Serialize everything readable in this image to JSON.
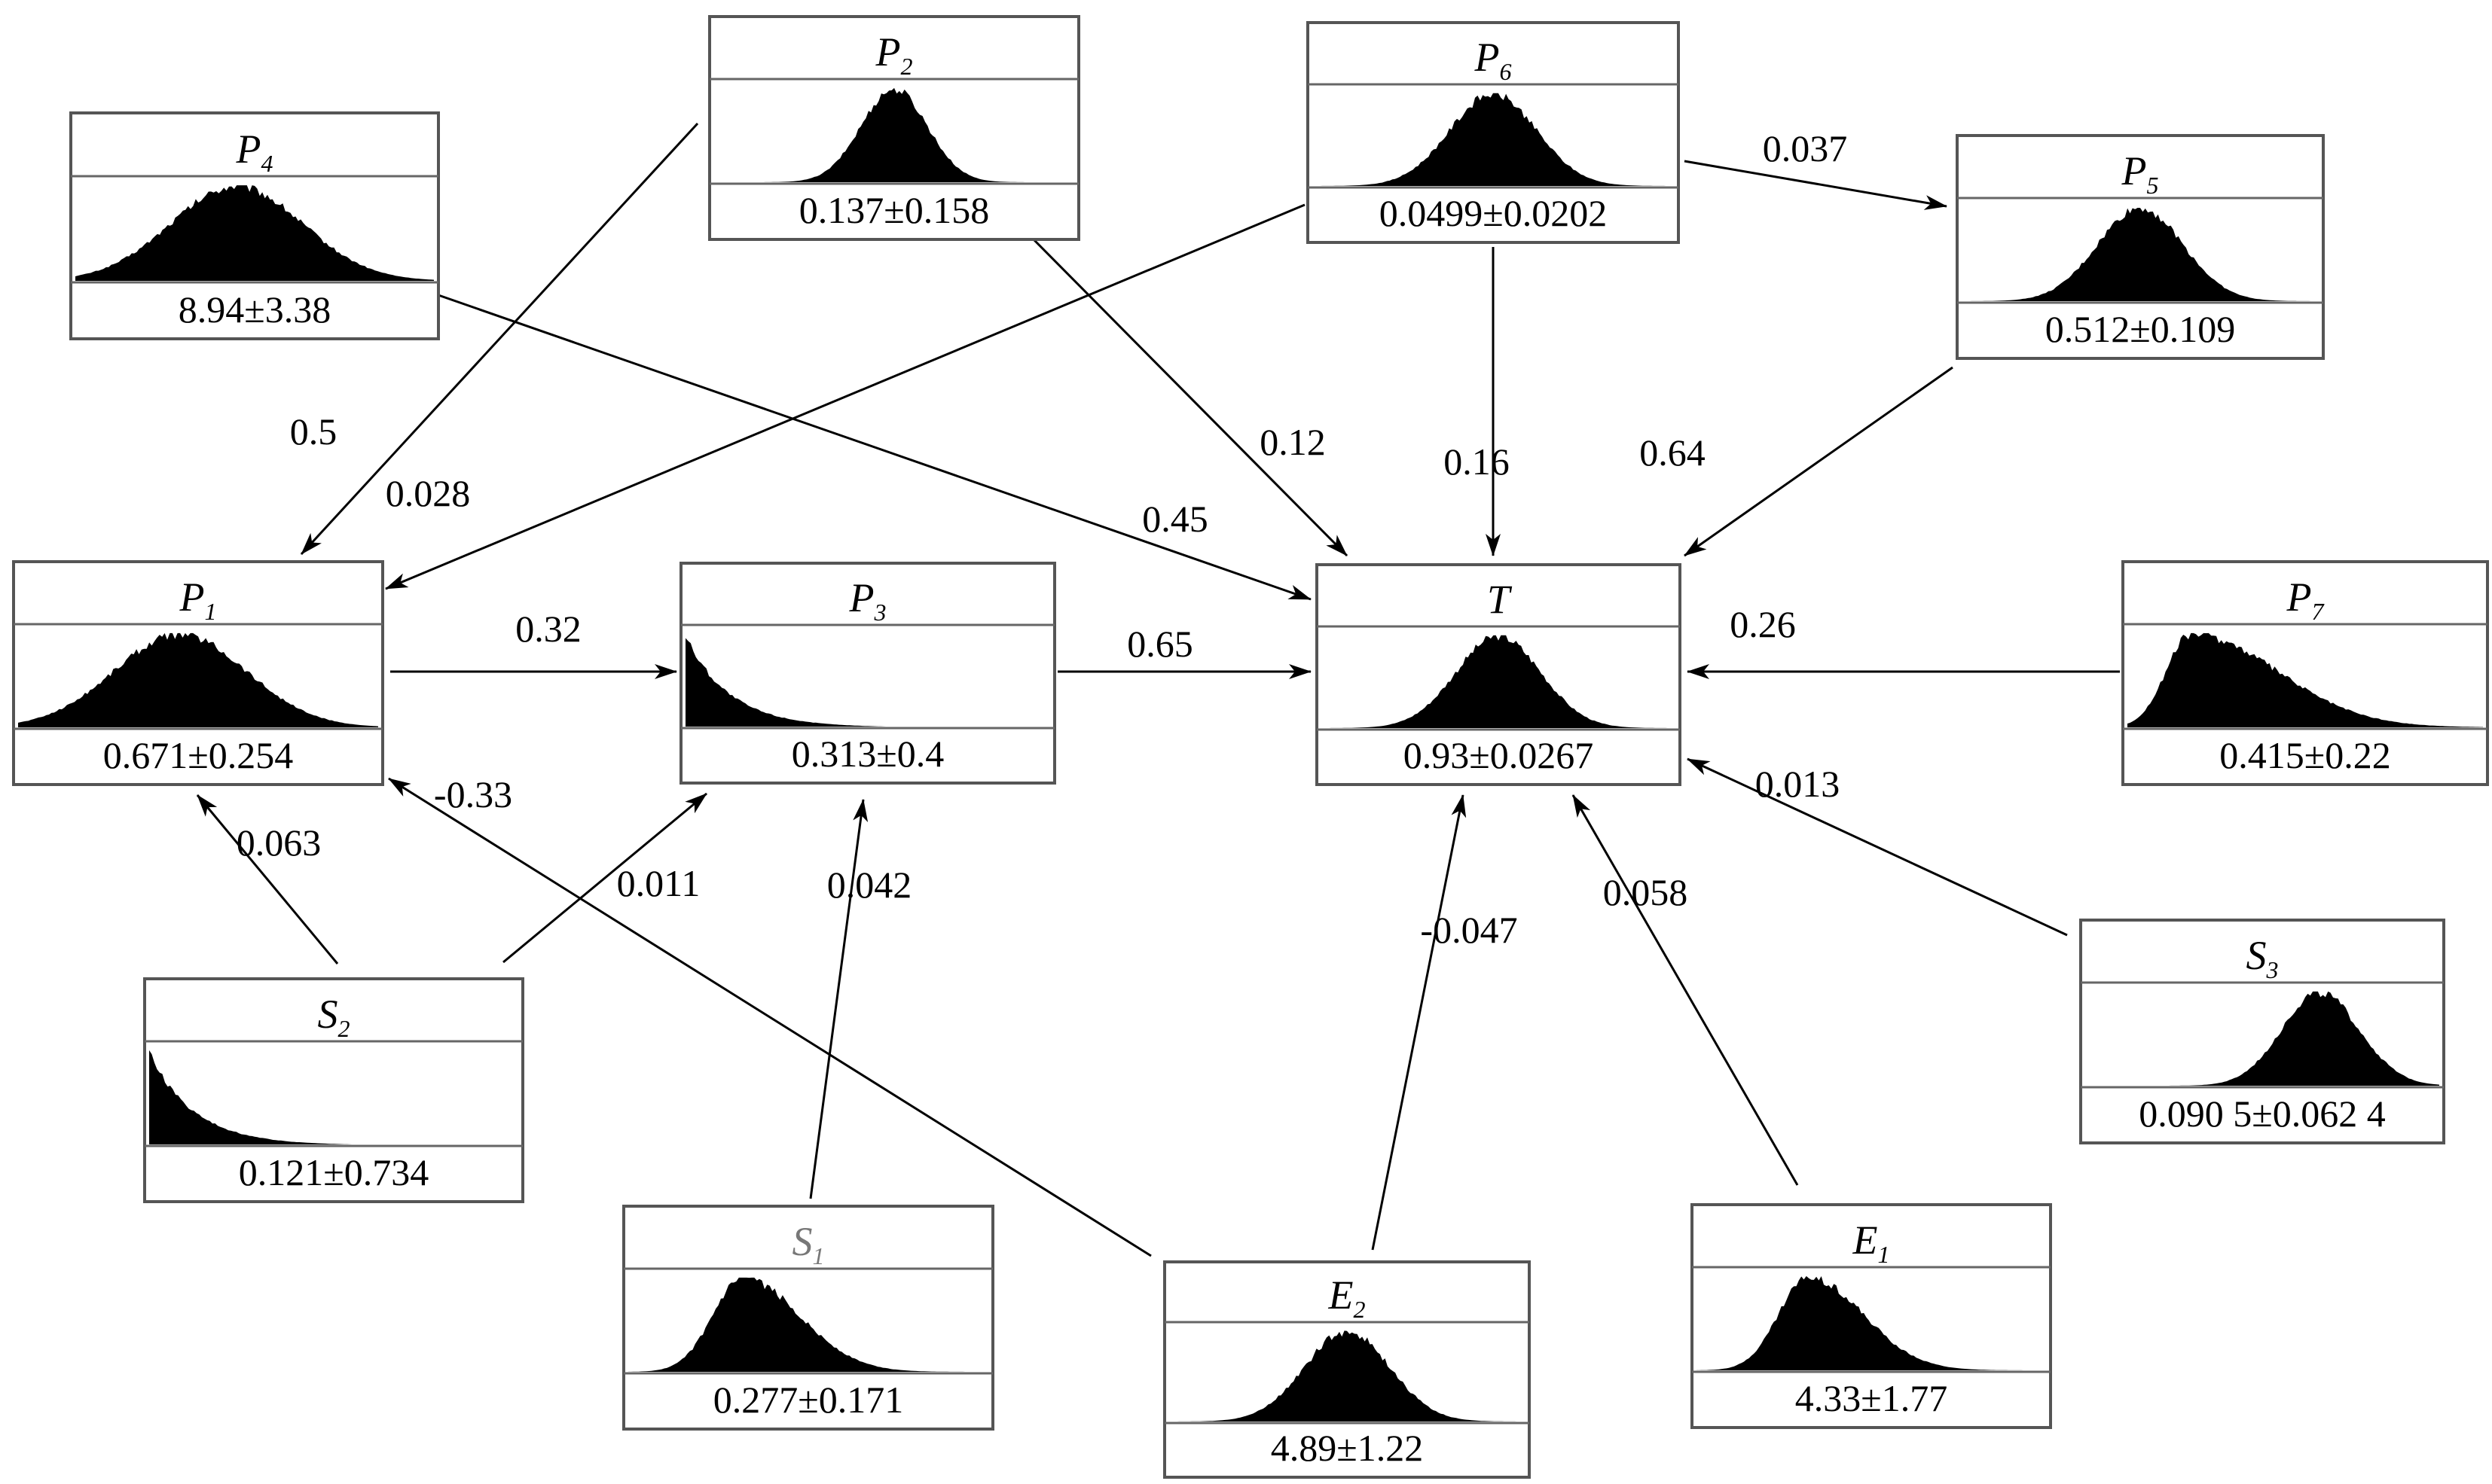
{
  "nodes": [
    {
      "id": "P4",
      "letter": "P",
      "sub": "4",
      "value": "8.94±3.38",
      "shape": "wide",
      "title_color": "black"
    },
    {
      "id": "P2",
      "letter": "P",
      "sub": "2",
      "value": "0.137±0.158",
      "shape": "narrow",
      "title_color": "black"
    },
    {
      "id": "P6",
      "letter": "P",
      "sub": "6",
      "value": "0.0499±0.0202",
      "shape": "normal",
      "title_color": "black"
    },
    {
      "id": "P5",
      "letter": "P",
      "sub": "5",
      "value": "0.512±0.109",
      "shape": "normal",
      "title_color": "black"
    },
    {
      "id": "P1",
      "letter": "P",
      "sub": "1",
      "value": "0.671±0.254",
      "shape": "wide",
      "title_color": "black"
    },
    {
      "id": "P3",
      "letter": "P",
      "sub": "3",
      "value": "0.313±0.4",
      "shape": "decay",
      "title_color": "black"
    },
    {
      "id": "T",
      "letter": "T",
      "sub": "",
      "value": "0.93±0.0267",
      "shape": "normal",
      "title_color": "black"
    },
    {
      "id": "P7",
      "letter": "P",
      "sub": "7",
      "value": "0.415±0.22",
      "shape": "skew",
      "title_color": "black"
    },
    {
      "id": "S2",
      "letter": "S",
      "sub": "2",
      "value": "0.121±0.734",
      "shape": "decay",
      "title_color": "black"
    },
    {
      "id": "S3",
      "letter": "S",
      "sub": "3",
      "value": "0.090 5±0.062 4",
      "shape": "right",
      "title_color": "black"
    },
    {
      "id": "S1",
      "letter": "S",
      "sub": "1",
      "value": "0.277±0.171",
      "shape": "skewmid",
      "title_color": "grey"
    },
    {
      "id": "E2",
      "letter": "E",
      "sub": "2",
      "value": "4.89±1.22",
      "shape": "normal",
      "title_color": "black"
    },
    {
      "id": "E1",
      "letter": "E",
      "sub": "1",
      "value": "4.33±1.77",
      "shape": "skewmid",
      "title_color": "black"
    }
  ],
  "edges": [
    {
      "from": "P2",
      "to": "P1",
      "label": "0.5"
    },
    {
      "from": "P6",
      "to": "P1",
      "label": "0.028"
    },
    {
      "from": "P4",
      "to": "T",
      "label": "0.45"
    },
    {
      "from": "P2",
      "to": "T",
      "label": "0.12"
    },
    {
      "from": "P6",
      "to": "T",
      "label": "0.16"
    },
    {
      "from": "P6",
      "to": "P5",
      "label": "0.037"
    },
    {
      "from": "P5",
      "to": "T",
      "label": "0.64"
    },
    {
      "from": "P1",
      "to": "P3",
      "label": "0.32"
    },
    {
      "from": "P3",
      "to": "T",
      "label": "0.65"
    },
    {
      "from": "P7",
      "to": "T",
      "label": "0.26"
    },
    {
      "from": "S2",
      "to": "P1",
      "label": "0.063"
    },
    {
      "from": "E2",
      "to": "P1",
      "label": "-0.33"
    },
    {
      "from": "S2",
      "to": "P3",
      "label": "0.011"
    },
    {
      "from": "S1",
      "to": "P3",
      "label": "0.042"
    },
    {
      "from": "E2",
      "to": "T",
      "label": "-0.047"
    },
    {
      "from": "E1",
      "to": "T",
      "label": "0.058"
    },
    {
      "from": "S3",
      "to": "T",
      "label": "0.013"
    }
  ]
}
